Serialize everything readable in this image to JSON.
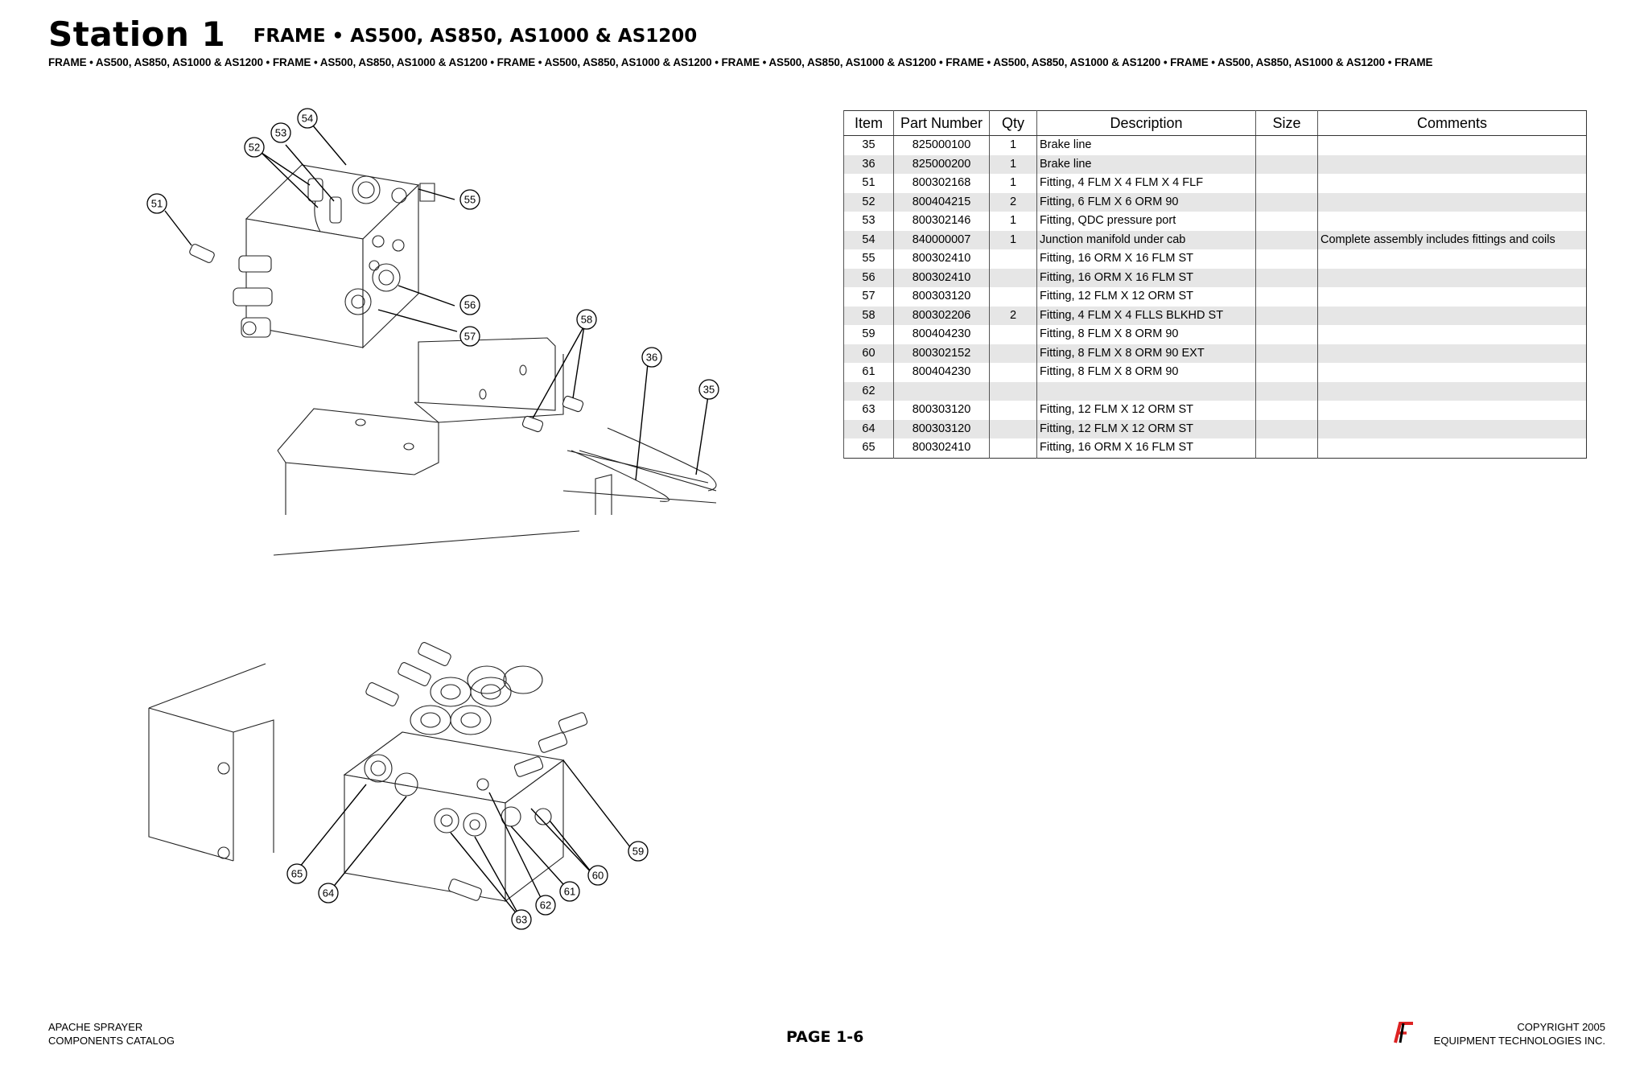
{
  "header": {
    "station": "Station 1",
    "model_title": "FRAME • AS500, AS850, AS1000 & AS1200",
    "subline": "FRAME • AS500, AS850, AS1000 & AS1200 • FRAME • AS500, AS850, AS1000 & AS1200 • FRAME • AS500, AS850, AS1000 & AS1200 • FRAME • AS500, AS850, AS1000 & AS1200 • FRAME • AS500, AS850, AS1000 & AS1200 • FRAME • AS500, AS850, AS1000 & AS1200 • FRAME"
  },
  "callouts": [
    "54",
    "53",
    "52",
    "51",
    "55",
    "56",
    "57",
    "58",
    "36",
    "35",
    "65",
    "64",
    "63",
    "62",
    "61",
    "60",
    "59"
  ],
  "table": {
    "headers": [
      "Item",
      "Part Number",
      "Qty",
      "Description",
      "Size",
      "Comments"
    ],
    "rows": [
      [
        "35",
        "825000100",
        "1",
        "Brake line",
        "",
        ""
      ],
      [
        "36",
        "825000200",
        "1",
        "Brake line",
        "",
        ""
      ],
      [
        "51",
        "800302168",
        "1",
        "Fitting, 4 FLM X 4 FLM X 4 FLF",
        "",
        ""
      ],
      [
        "52",
        "800404215",
        "2",
        "Fitting, 6 FLM X 6 ORM 90",
        "",
        ""
      ],
      [
        "53",
        "800302146",
        "1",
        "Fitting, QDC pressure port",
        "",
        ""
      ],
      [
        "54",
        "840000007",
        "1",
        "Junction manifold under cab",
        "",
        "Complete assembly includes fittings and coils"
      ],
      [
        "55",
        "800302410",
        "",
        "Fitting, 16 ORM X 16 FLM ST",
        "",
        ""
      ],
      [
        "56",
        "800302410",
        "",
        "Fitting, 16 ORM X 16 FLM ST",
        "",
        ""
      ],
      [
        "57",
        "800303120",
        "",
        "Fitting, 12 FLM X 12 ORM ST",
        "",
        ""
      ],
      [
        "58",
        "800302206",
        "2",
        "Fitting, 4 FLM X 4 FLLS BLKHD ST",
        "",
        ""
      ],
      [
        "59",
        "800404230",
        "",
        "Fitting, 8 FLM X 8 ORM 90",
        "",
        ""
      ],
      [
        "60",
        "800302152",
        "",
        "Fitting, 8 FLM X 8 ORM 90 EXT",
        "",
        ""
      ],
      [
        "61",
        "800404230",
        "",
        "Fitting, 8 FLM X 8 ORM 90",
        "",
        ""
      ],
      [
        "62",
        "",
        "",
        "",
        "",
        ""
      ],
      [
        "63",
        "800303120",
        "",
        "Fitting, 12 FLM X 12 ORM ST",
        "",
        ""
      ],
      [
        "64",
        "800303120",
        "",
        "Fitting, 12 FLM X 12 ORM ST",
        "",
        ""
      ],
      [
        "65",
        "800302410",
        "",
        "Fitting, 16 ORM X 16 FLM ST",
        "",
        ""
      ]
    ]
  },
  "footer": {
    "left_line1": "APACHE SPRAYER",
    "left_line2": "COMPONENTS CATALOG",
    "page": "PAGE 1-6",
    "right_line1": "COPYRIGHT 2005",
    "right_line2": "EQUIPMENT TECHNOLOGIES INC.",
    "logo_text": "ET"
  }
}
